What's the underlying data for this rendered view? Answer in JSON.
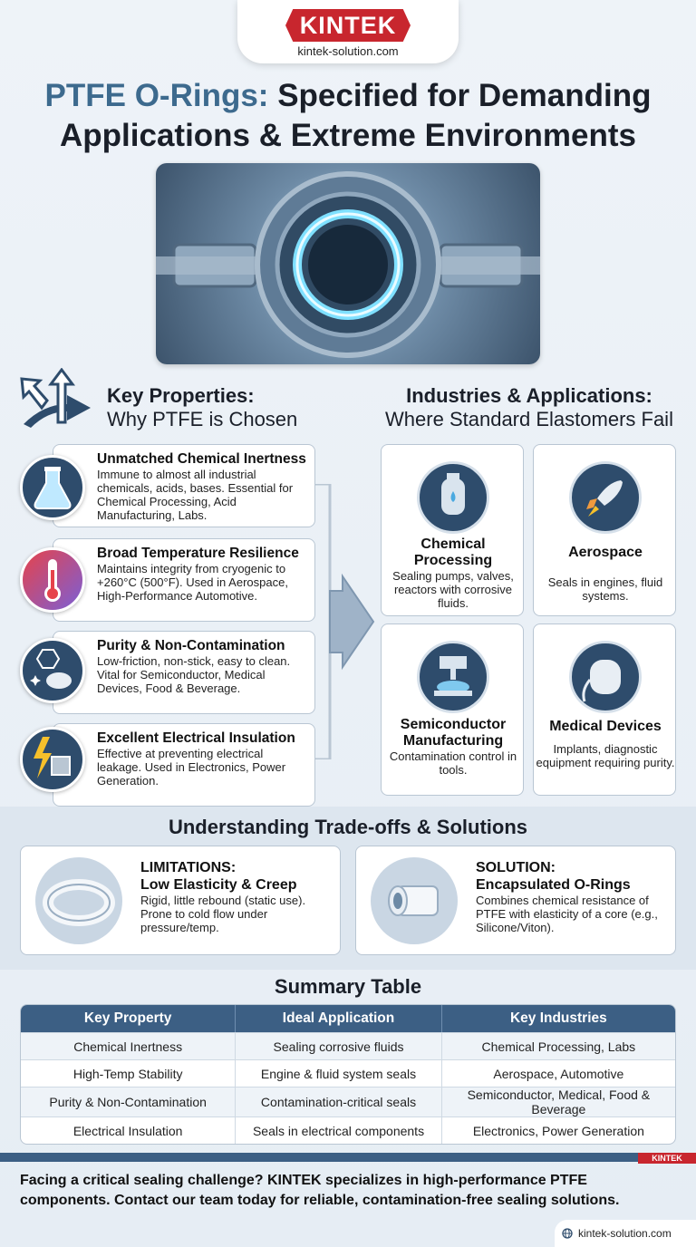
{
  "brand": {
    "logo": "KINTEK",
    "site": "kintek-solution.com"
  },
  "title": {
    "accent": "PTFE O-Rings:",
    "rest": " Specified for Demanding",
    "line2": "Applications & Extreme Environments"
  },
  "properties": {
    "heading": "Key Properties:",
    "subheading": "Why PTFE is Chosen",
    "items": [
      {
        "title": "Unmatched Chemical Inertness",
        "text": "Immune to almost all industrial chemicals, acids, bases. Essential for Chemical Processing, Acid Manufacturing, Labs.",
        "icon": "flask-icon"
      },
      {
        "title": "Broad Temperature Resilience",
        "text": "Maintains integrity from cryogenic to +260°C (500°F). Used in Aerospace, High-Performance Automotive.",
        "icon": "thermometer-icon"
      },
      {
        "title": "Purity & Non-Contamination",
        "text": "Low-friction, non-stick, easy to clean. Vital for Semiconductor, Medical Devices, Food & Beverage.",
        "icon": "sparkle-icon"
      },
      {
        "title": "Excellent Electrical Insulation",
        "text": "Effective at preventing electrical leakage. Used in Electronics, Power Generation.",
        "icon": "lightning-chip-icon"
      }
    ]
  },
  "industries": {
    "heading": "Industries & Applications:",
    "subheading": "Where Standard Elastomers Fail",
    "items": [
      {
        "title": "Chemical Processing",
        "text": "Sealing pumps, valves, reactors with corrosive fluids.",
        "icon": "reactor-icon"
      },
      {
        "title": "Aerospace",
        "text": "Seals in engines, fluid systems.",
        "icon": "rocket-icon"
      },
      {
        "title": "Semiconductor Manufacturing",
        "text": "Contamination control in tools.",
        "icon": "wafer-tool-icon"
      },
      {
        "title": "Medical Devices",
        "text": "Implants, diagnostic equipment requiring purity.",
        "icon": "pacemaker-icon"
      }
    ]
  },
  "tradeoffs": {
    "heading": "Understanding Trade-offs & Solutions",
    "limitation": {
      "label": "LIMITATIONS:",
      "title": "Low Elasticity & Creep",
      "text": "Rigid, little rebound (static use). Prone to cold flow under pressure/temp."
    },
    "solution": {
      "label": "SOLUTION:",
      "title": "Encapsulated O-Rings",
      "text": "Combines chemical resistance of PTFE with elasticity of a core (e.g., Silicone/Viton)."
    }
  },
  "summary": {
    "heading": "Summary Table",
    "columns": [
      "Key Property",
      "Ideal Application",
      "Key Industries"
    ],
    "rows": [
      [
        "Chemical Inertness",
        "Sealing corrosive fluids",
        "Chemical Processing, Labs"
      ],
      [
        "High-Temp Stability",
        "Engine & fluid system seals",
        "Aerospace, Automotive"
      ],
      [
        "Purity & Non-Contamination",
        "Contamination-critical seals",
        "Semiconductor, Medical, Food & Beverage"
      ],
      [
        "Electrical Insulation",
        "Seals in electrical components",
        "Electronics, Power Generation"
      ]
    ]
  },
  "cta": "Facing a critical sealing challenge? KINTEK specializes in high-performance PTFE components. Contact our team today for reliable, contamination-free sealing solutions.",
  "colors": {
    "brand_red": "#c8262e",
    "navy": "#2e4c6c",
    "table_header": "#3c5f84",
    "accent_blue": "#3d6a8e"
  }
}
